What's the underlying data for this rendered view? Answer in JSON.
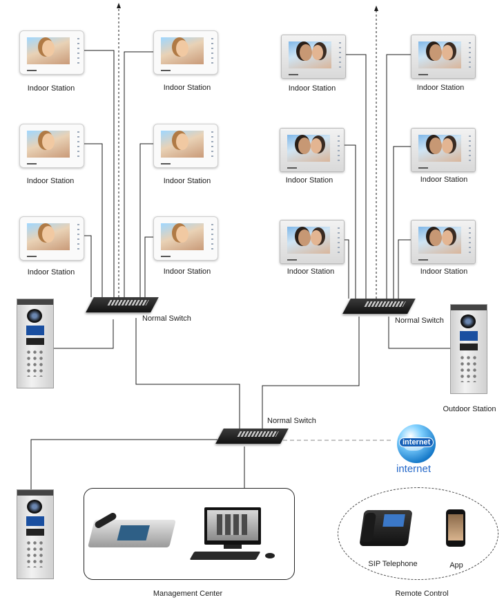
{
  "labels": {
    "indoor_station": "Indoor Station",
    "normal_switch": "Normal Switch",
    "outdoor_station": "Outdoor Station",
    "management_center": "Management Center",
    "remote_control": "Remote Control",
    "sip_telephone": "SIP Telephone",
    "app": "App",
    "internet_badge": "internet",
    "internet": "internet"
  },
  "colors": {
    "wire": "#1a1a1a",
    "internet_link": "#8a8a8a",
    "internet_text": "#2266c8"
  }
}
